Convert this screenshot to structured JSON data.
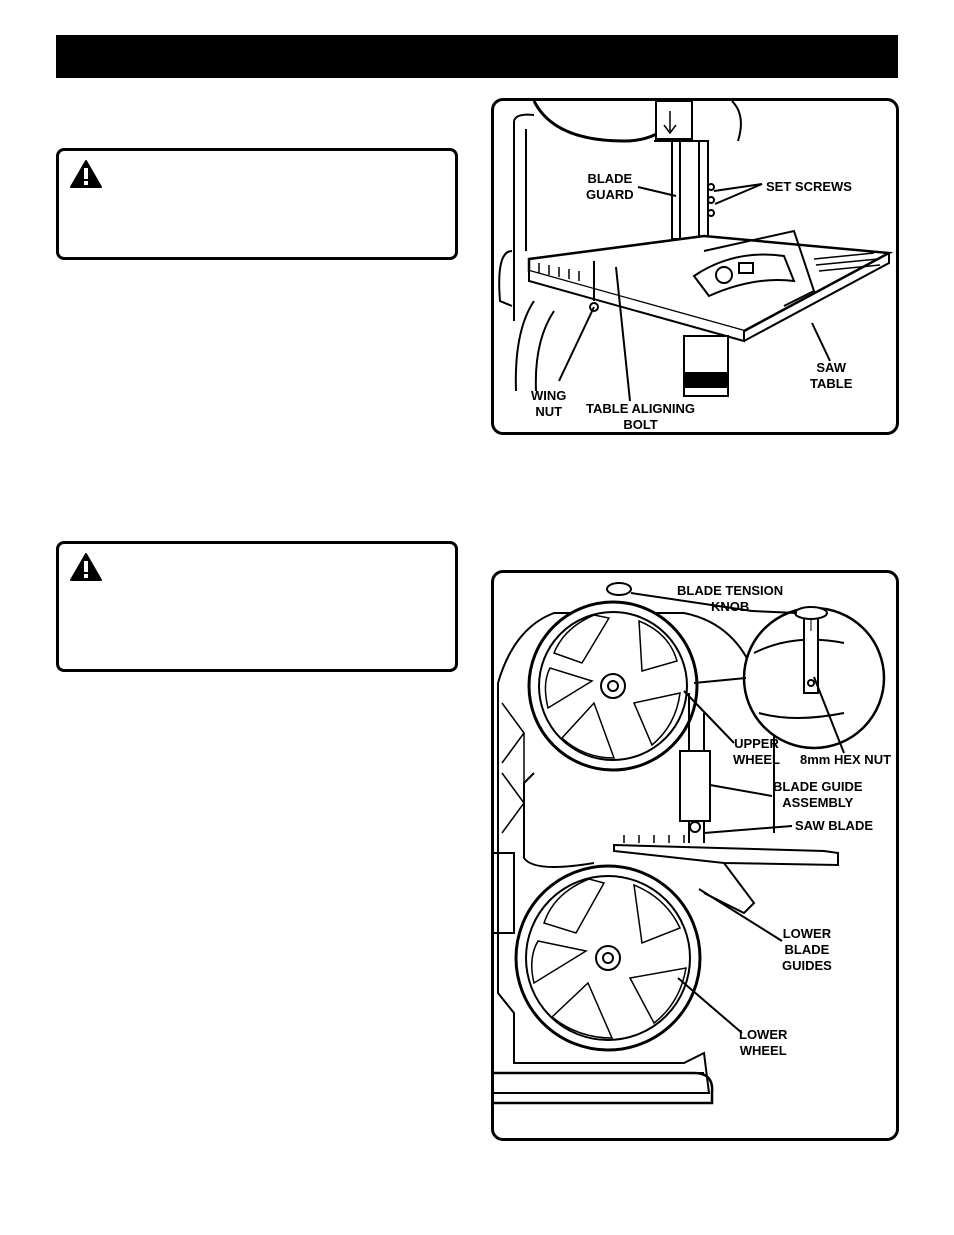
{
  "header": {
    "title": ""
  },
  "warnings": [
    {
      "icon": "warning-triangle-icon"
    },
    {
      "icon": "warning-triangle-icon"
    }
  ],
  "figure1": {
    "labels": {
      "blade_guard": "BLADE\nGUARD",
      "set_screws": "SET SCREWS",
      "saw_table": "SAW\nTABLE",
      "wing_nut": "WING\nNUT",
      "table_aligning_bolt": "TABLE ALIGNING\nBOLT"
    }
  },
  "figure2": {
    "labels": {
      "blade_tension_knob": "BLADE TENSION\nKNOB",
      "upper_wheel": "UPPER\nWHEEL",
      "hex_nut": "8mm HEX NUT",
      "blade_guide_assembly": "BLADE GUIDE\nASSEMBLY",
      "saw_blade": "SAW BLADE",
      "lower_blade_guides": "LOWER\nBLADE\nGUIDES",
      "lower_wheel": "LOWER\nWHEEL"
    }
  }
}
